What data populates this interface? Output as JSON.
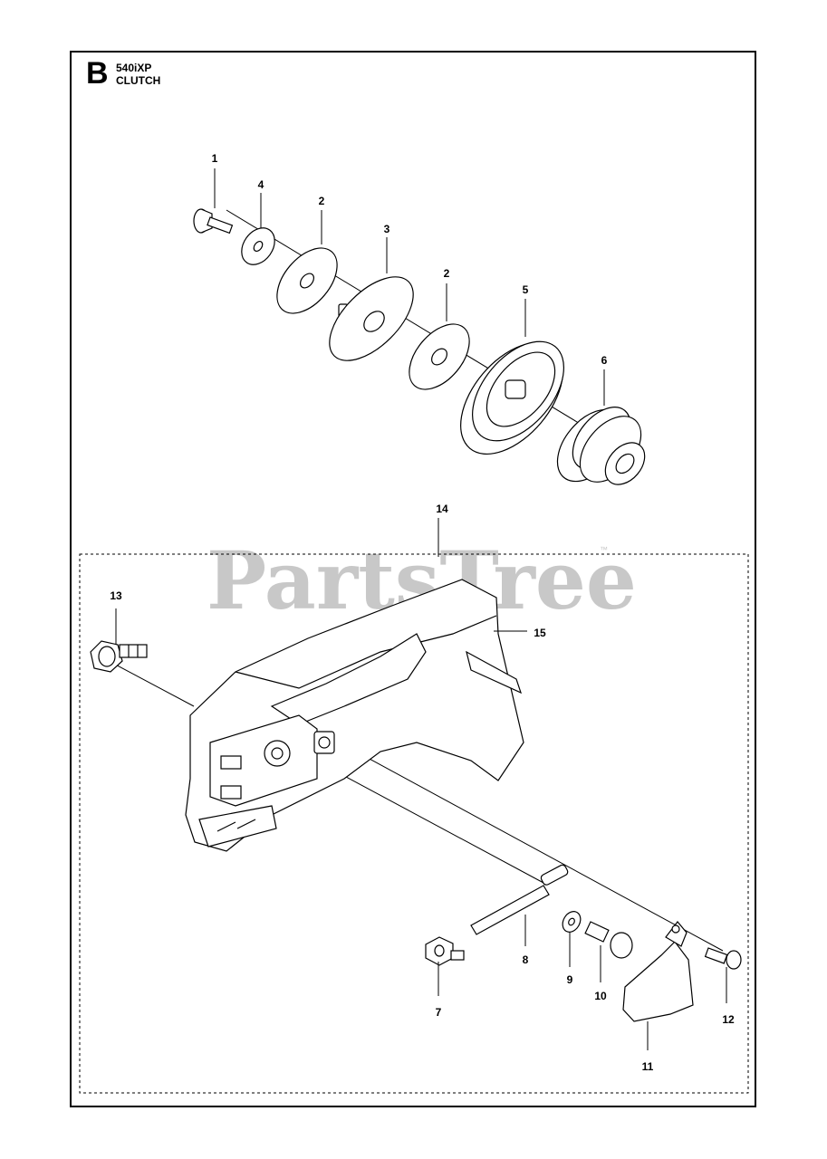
{
  "header": {
    "section_letter": "B",
    "model": "540iXP",
    "title": "CLUTCH"
  },
  "watermark": {
    "text": "PartsTree",
    "trademark": "™"
  },
  "callouts": {
    "c1": "1",
    "c2a": "2",
    "c2b": "2",
    "c3": "3",
    "c4": "4",
    "c5": "5",
    "c6": "6",
    "c7": "7",
    "c8": "8",
    "c9": "9",
    "c10": "10",
    "c11": "11",
    "c12": "12",
    "c13": "13",
    "c14": "14",
    "c15": "15"
  }
}
